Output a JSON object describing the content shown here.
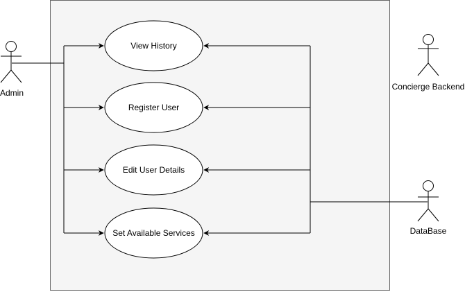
{
  "diagram": {
    "use_cases": [
      {
        "label": "View History"
      },
      {
        "label": "Register User"
      },
      {
        "label": "Edit User Details"
      },
      {
        "label": "Set Available Services"
      }
    ],
    "actors": {
      "admin": {
        "label": "Admin"
      },
      "concierge_backend": {
        "label": "Concierge Backend"
      },
      "database": {
        "label": "DataBase"
      }
    },
    "colors": {
      "system_fill": "#f5f5f5",
      "system_stroke": "#666666",
      "stroke": "#000000",
      "usecase_fill": "#ffffff"
    }
  }
}
